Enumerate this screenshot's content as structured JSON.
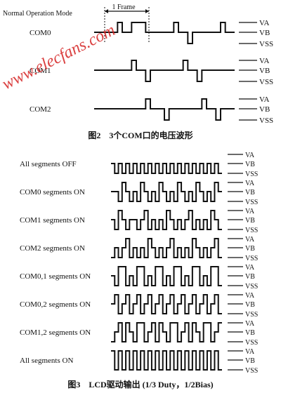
{
  "fig2": {
    "mode_label": "Normal Operation Mode",
    "frame_label": "1 Frame",
    "rows": [
      {
        "label": "COM0",
        "levels": [
          "VA",
          "VB",
          "VSS"
        ],
        "steps": [
          1,
          1,
          1,
          1,
          1,
          0,
          1,
          1,
          0,
          0,
          0,
          1,
          1,
          1,
          1,
          1,
          1,
          0,
          1,
          1,
          2,
          1,
          1,
          1,
          1,
          1,
          1,
          0,
          1,
          1
        ]
      },
      {
        "label": "COM1",
        "levels": [
          "VA",
          "VB",
          "VSS"
        ],
        "steps": [
          1,
          1,
          1,
          1,
          1,
          1,
          1,
          1,
          0,
          1,
          1,
          2,
          1,
          1,
          1,
          1,
          1,
          1,
          1,
          0,
          1,
          1,
          2,
          1,
          1,
          1,
          1,
          1,
          1,
          1
        ]
      },
      {
        "label": "COM2",
        "levels": [
          "VA",
          "VB",
          "VSS"
        ],
        "steps": [
          1,
          1,
          1,
          1,
          1,
          1,
          1,
          1,
          1,
          1,
          1,
          0,
          1,
          1,
          1,
          2,
          1,
          1,
          1,
          1,
          1,
          1,
          1,
          0,
          1,
          1,
          2,
          1,
          1,
          1
        ]
      }
    ],
    "caption": "图2　3个COM口的电压波形"
  },
  "fig3": {
    "rows": [
      {
        "label": "All segments OFF",
        "levels": [
          "VA",
          "VB",
          "VSS"
        ],
        "steps": [
          1,
          2,
          1,
          2,
          1,
          2,
          1,
          2,
          1,
          2,
          1,
          2,
          1,
          2,
          1,
          2,
          1,
          2,
          1,
          2,
          1,
          2,
          1,
          2,
          1,
          2,
          1,
          2,
          1,
          2
        ]
      },
      {
        "label": "COM0 segments ON",
        "levels": [
          "VA",
          "VB",
          "VSS"
        ],
        "steps": [
          1,
          1,
          2,
          0,
          1,
          2,
          1,
          2,
          0,
          1,
          2,
          1,
          2,
          0,
          1,
          2,
          1,
          2,
          0,
          1,
          2,
          1,
          2,
          0,
          1,
          2,
          1,
          2,
          0,
          1
        ]
      },
      {
        "label": "COM1 segments ON",
        "levels": [
          "VA",
          "VB",
          "VSS"
        ],
        "steps": [
          1,
          2,
          0,
          1,
          2,
          1,
          1,
          2,
          1,
          0,
          2,
          1,
          2,
          1,
          2,
          0,
          1,
          2,
          1,
          2,
          1,
          0,
          2,
          1,
          2,
          1,
          2,
          0,
          1,
          2
        ]
      },
      {
        "label": "COM2 segments ON",
        "levels": [
          "VA",
          "VB",
          "VSS"
        ],
        "steps": [
          2,
          1,
          2,
          1,
          0,
          2,
          1,
          2,
          1,
          2,
          0,
          1,
          2,
          1,
          2,
          1,
          0,
          2,
          1,
          2,
          1,
          2,
          0,
          1,
          2,
          1,
          2,
          1,
          0,
          2
        ]
      },
      {
        "label": "COM0,1 segments ON",
        "levels": [
          "VA",
          "VB",
          "VSS"
        ],
        "steps": [
          1,
          2,
          0,
          0,
          2,
          1,
          2,
          0,
          0,
          2,
          1,
          2,
          0,
          0,
          2,
          1,
          2,
          0,
          0,
          2,
          1,
          2,
          0,
          0,
          2,
          1,
          2,
          0,
          0,
          2
        ]
      },
      {
        "label": "COM0,2 segments ON",
        "levels": [
          "VA",
          "VB",
          "VSS"
        ],
        "steps": [
          1,
          0,
          2,
          1,
          0,
          2,
          1,
          0,
          2,
          1,
          0,
          2,
          1,
          0,
          2,
          1,
          0,
          2,
          1,
          0,
          2,
          1,
          0,
          2,
          1,
          0,
          2,
          1,
          0,
          2
        ]
      },
      {
        "label": "COM1,2 segments ON",
        "levels": [
          "VA",
          "VB",
          "VSS"
        ],
        "steps": [
          2,
          1,
          0,
          2,
          0,
          1,
          2,
          0,
          0,
          2,
          1,
          0,
          2,
          0,
          1,
          2,
          0,
          0,
          2,
          1,
          0,
          2,
          0,
          1,
          2,
          0,
          0,
          2,
          1,
          0
        ]
      },
      {
        "label": "All segments ON",
        "levels": [
          "VA",
          "VB",
          "VSS"
        ],
        "steps": [
          0,
          2,
          0,
          2,
          0,
          2,
          0,
          2,
          0,
          2,
          0,
          2,
          0,
          2,
          0,
          2,
          0,
          2,
          0,
          2,
          0,
          2,
          0,
          2,
          0,
          2,
          0,
          2,
          0,
          2
        ]
      }
    ],
    "caption": "图3　LCD驱动输出 (1/3 Duty，1/2Bias)"
  },
  "watermark": "www.elecfans.com"
}
